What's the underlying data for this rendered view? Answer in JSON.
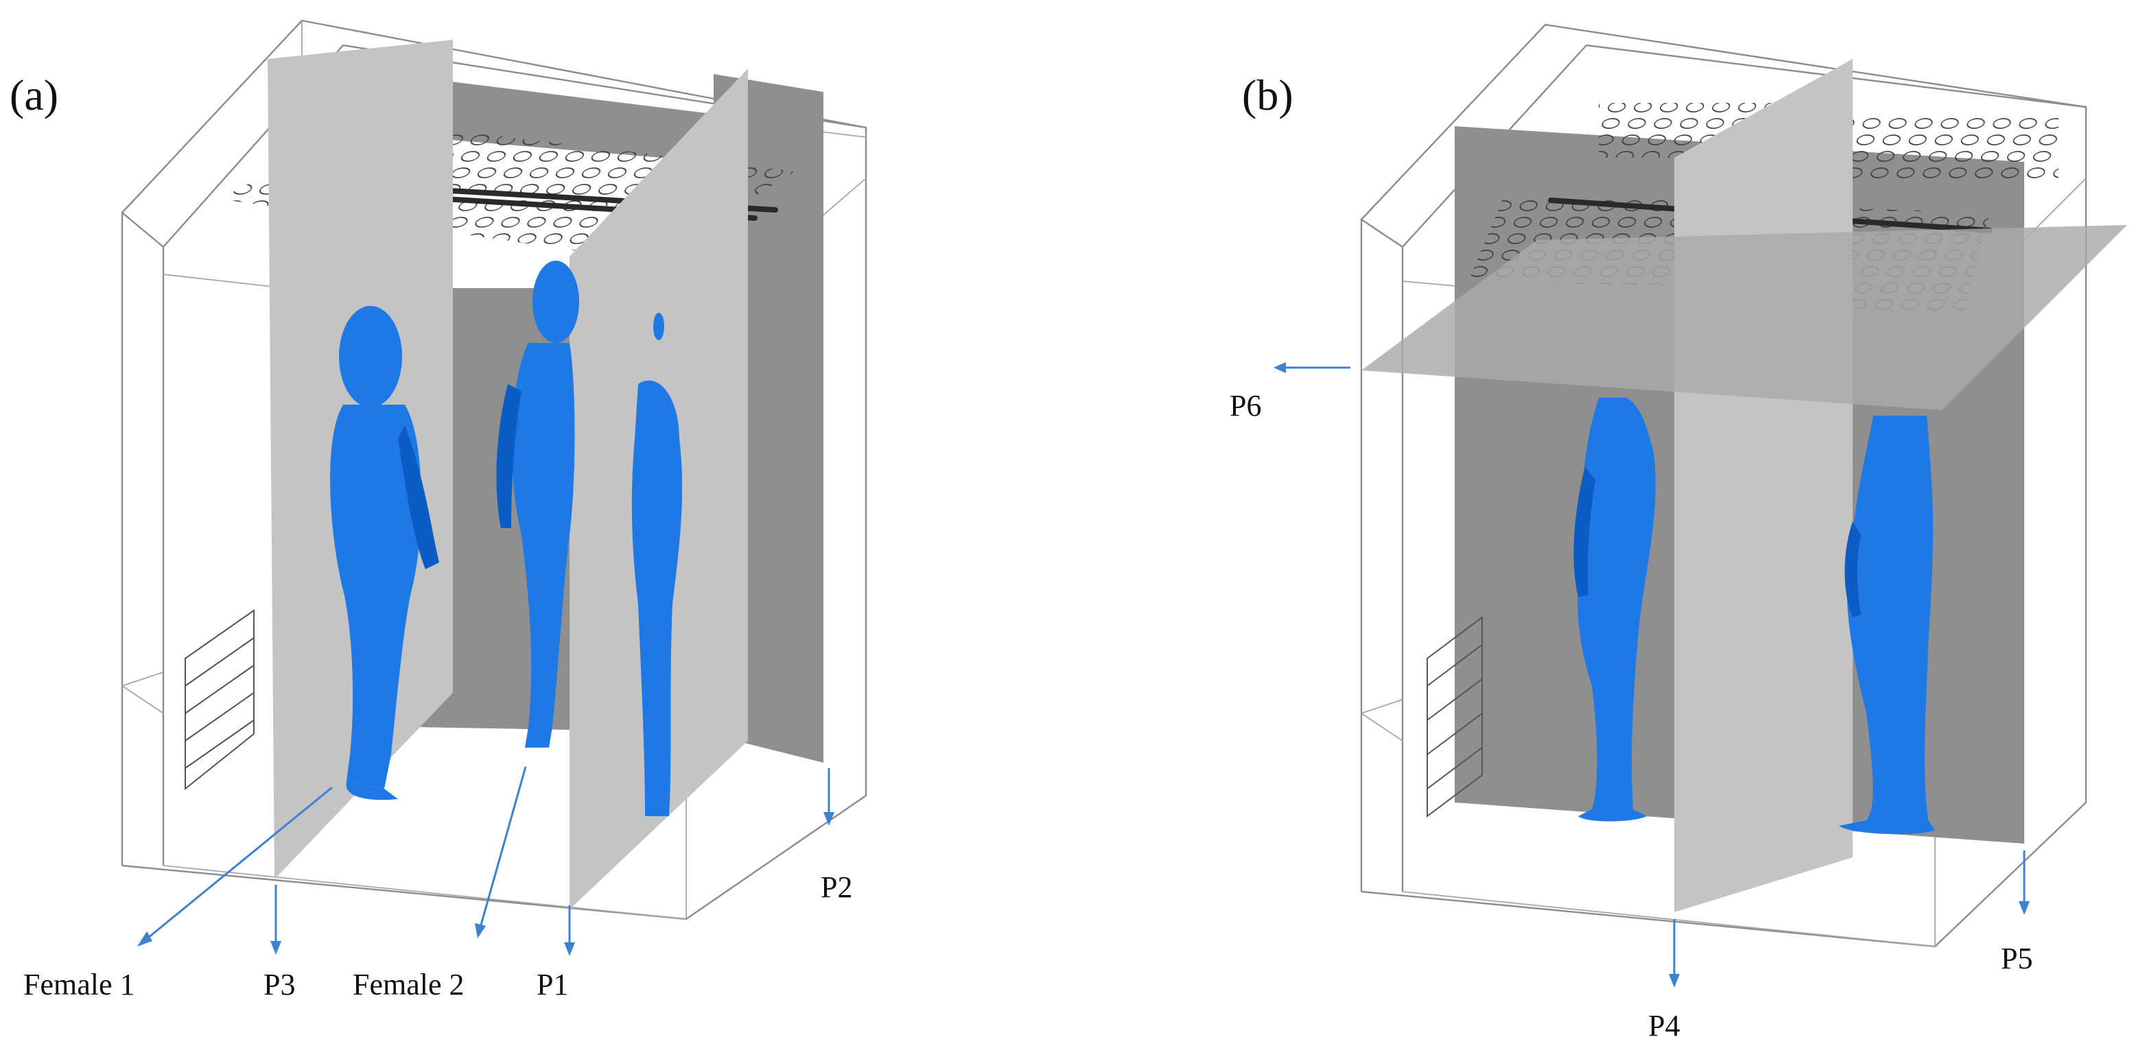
{
  "panels": [
    {
      "label": "(a)",
      "callouts": [
        {
          "text": "Female 1"
        },
        {
          "text": "P3"
        },
        {
          "text": "Female 2"
        },
        {
          "text": "P1"
        },
        {
          "text": "P2"
        }
      ]
    },
    {
      "label": "(b)",
      "callouts": [
        {
          "text": "P6"
        },
        {
          "text": "P4"
        },
        {
          "text": "P5"
        }
      ]
    }
  ],
  "colors": {
    "human": "#1e78e6",
    "arrow": "#3c82d0",
    "plane_dark": "#8f8f8f",
    "plane_light": "#c4c4c4",
    "outline": "#8c8c8c"
  }
}
